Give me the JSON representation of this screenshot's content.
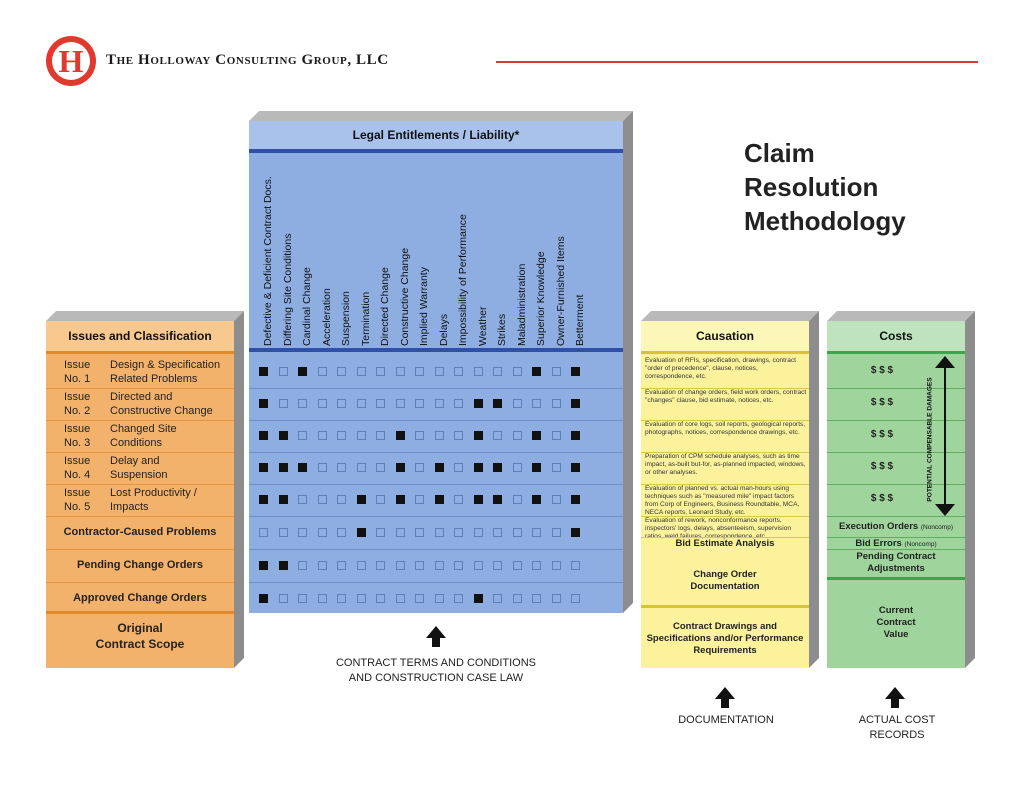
{
  "header": {
    "logo_letter": "H",
    "company": "The Holloway Consulting Group, LLC",
    "title_lines": [
      "Claim",
      "Resolution",
      "Methodology"
    ]
  },
  "legal": {
    "title": "Legal Entitlements / Liability*",
    "columns": [
      "Defective & Deficient Contract Docs.",
      "Differing Site Conditions",
      "Cardinal Change",
      "Acceleration",
      "Suspension",
      "Termination",
      "Directed Change",
      "Constructive Change",
      "Implied Warranty",
      "Delays",
      "Impossibility of Performance",
      "Weather",
      "Strikes",
      "Maladministration",
      "Superior Knowledge",
      "Owner-Furnished Items",
      "Betterment"
    ],
    "matrix": [
      [
        1,
        0,
        1,
        0,
        0,
        0,
        0,
        0,
        0,
        0,
        0,
        0,
        0,
        0,
        1,
        0,
        1
      ],
      [
        1,
        0,
        0,
        0,
        0,
        0,
        0,
        0,
        0,
        0,
        0,
        1,
        1,
        0,
        0,
        0,
        1
      ],
      [
        1,
        1,
        0,
        0,
        0,
        0,
        0,
        1,
        0,
        0,
        0,
        1,
        0,
        0,
        1,
        0,
        1
      ],
      [
        1,
        1,
        1,
        0,
        0,
        0,
        0,
        1,
        0,
        1,
        0,
        1,
        1,
        0,
        1,
        0,
        1
      ],
      [
        1,
        1,
        0,
        0,
        0,
        1,
        0,
        1,
        0,
        1,
        0,
        1,
        1,
        0,
        1,
        0,
        1
      ],
      [
        0,
        0,
        0,
        0,
        0,
        1,
        0,
        0,
        0,
        0,
        0,
        0,
        0,
        0,
        0,
        0,
        1
      ],
      [
        1,
        1,
        0,
        0,
        0,
        0,
        0,
        0,
        0,
        0,
        0,
        0,
        0,
        0,
        0,
        0,
        0
      ],
      [
        1,
        0,
        0,
        0,
        0,
        0,
        0,
        0,
        0,
        0,
        0,
        1,
        0,
        0,
        0,
        0,
        0
      ]
    ]
  },
  "issues": {
    "title": "Issues and Classification",
    "rows": [
      {
        "num1": "Issue",
        "num2": "No. 1",
        "d1": "Design & Specification",
        "d2": "Related Problems"
      },
      {
        "num1": "Issue",
        "num2": "No. 2",
        "d1": "Directed and",
        "d2": "Constructive Change"
      },
      {
        "num1": "Issue",
        "num2": "No. 3",
        "d1": "Changed Site",
        "d2": "Conditions"
      },
      {
        "num1": "Issue",
        "num2": "No. 4",
        "d1": "Delay and",
        "d2": "Suspension"
      },
      {
        "num1": "Issue",
        "num2": "No. 5",
        "d1": "Lost Productivity /",
        "d2": "Impacts"
      }
    ],
    "contractor": "Contractor-Caused Problems",
    "pending": "Pending Change Orders",
    "approved": "Approved Change Orders",
    "scope1": "Original",
    "scope2": "Contract Scope"
  },
  "causation": {
    "title": "Causation",
    "rows": [
      "Evaluation of RFIs, specification, drawings, contract \"order of precedence\", clause, notices, correspondence, etc.",
      "Evaluation of change orders, field work orders, contract \"changes\" clause, bid estimate, notices, etc.",
      "Evaluation of core logs, soil reports, geological reports, photographs, notices, correspondence drawings, etc.",
      "Preparation of CPM schedule analyses, such as time impact, as-built but-for, as-planned impacted, windows, or other analyses.",
      "Evaluation of planned vs. actual man-hours using techniques such as \"measured mile\" impact factors from Corp of Engineers, Business Roundtable, MCA, NECA reports, Leonard Study, etc.",
      "Evaluation of rework, nonconformance reports, inspectors' logs, delays, absenteeism, supervision ratios, weld failures, correspondence, etc."
    ],
    "bid": "Bid Estimate Analysis",
    "co1": "Change Order",
    "co2": "Documentation",
    "cd1": "Contract Drawings and",
    "cd2": "Specifications and/or Performance",
    "cd3": "Requirements"
  },
  "costs": {
    "title": "Costs",
    "dollars": [
      "$ $ $",
      "$ $ $",
      "$ $ $",
      "$ $ $",
      "$ $ $"
    ],
    "damages": "POTENTIAL COMPENSABLE DAMAGES",
    "exec": "Execution Orders",
    "exec_note": "(Noncomp)",
    "bid": "Bid Errors",
    "bid_note": "(Noncomp)",
    "pending1": "Pending Contract",
    "pending2": "Adjustments",
    "value1": "Current",
    "value2": "Contract",
    "value3": "Value"
  },
  "captions": {
    "terms1": "CONTRACT TERMS AND CONDITIONS",
    "terms2": "AND CONSTRUCTION CASE LAW",
    "documentation": "DOCUMENTATION",
    "actual1": "ACTUAL COST",
    "actual2": "RECORDS"
  },
  "colors": {
    "logo": "#e03a2e",
    "blue": "#8eaee2",
    "orange": "#f3b26b",
    "yellow": "#fbf29b",
    "green": "#9fd49c"
  }
}
